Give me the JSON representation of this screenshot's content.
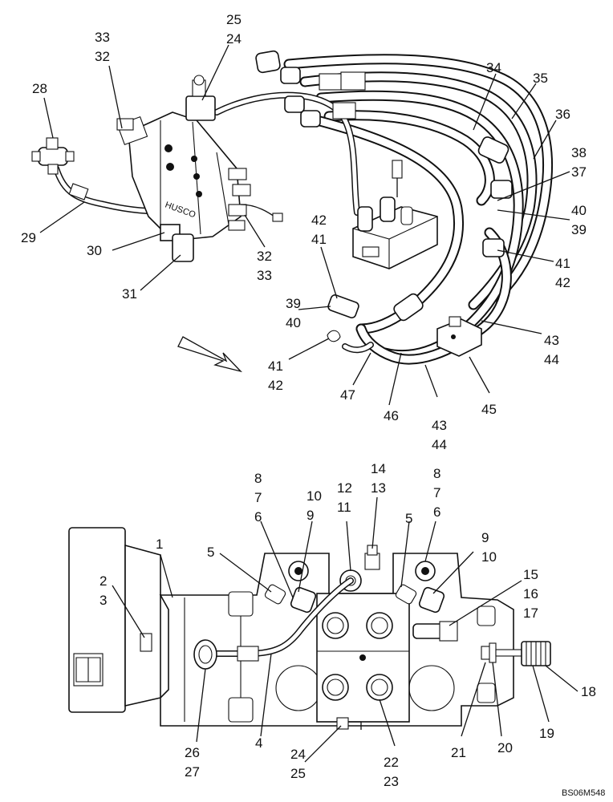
{
  "diagram": {
    "drawing_code": "BS06M548",
    "upper_callouts": [
      {
        "id": "c25a",
        "text": "25"
      },
      {
        "id": "c24a",
        "text": "24"
      },
      {
        "id": "c33a",
        "text": "33"
      },
      {
        "id": "c32a",
        "text": "32"
      },
      {
        "id": "c28",
        "text": "28"
      },
      {
        "id": "c29",
        "text": "29"
      },
      {
        "id": "c30",
        "text": "30"
      },
      {
        "id": "c31",
        "text": "31"
      },
      {
        "id": "c32b",
        "text": "32"
      },
      {
        "id": "c33b",
        "text": "33"
      },
      {
        "id": "c34",
        "text": "34"
      },
      {
        "id": "c35",
        "text": "35"
      },
      {
        "id": "c36",
        "text": "36"
      },
      {
        "id": "c38",
        "text": "38"
      },
      {
        "id": "c37",
        "text": "37"
      },
      {
        "id": "c40a",
        "text": "40"
      },
      {
        "id": "c39a",
        "text": "39"
      },
      {
        "id": "c41a",
        "text": "41"
      },
      {
        "id": "c42a",
        "text": "42"
      },
      {
        "id": "c42b",
        "text": "42"
      },
      {
        "id": "c41b",
        "text": "41"
      },
      {
        "id": "c39b",
        "text": "39"
      },
      {
        "id": "c40b",
        "text": "40"
      },
      {
        "id": "c41c",
        "text": "41"
      },
      {
        "id": "c42c",
        "text": "42"
      },
      {
        "id": "c43a",
        "text": "43"
      },
      {
        "id": "c44a",
        "text": "44"
      },
      {
        "id": "c47",
        "text": "47"
      },
      {
        "id": "c46",
        "text": "46"
      },
      {
        "id": "c43b",
        "text": "43"
      },
      {
        "id": "c44b",
        "text": "44"
      },
      {
        "id": "c45",
        "text": "45"
      }
    ],
    "lower_callouts": [
      {
        "id": "c14",
        "text": "14"
      },
      {
        "id": "c13",
        "text": "13"
      },
      {
        "id": "c12",
        "text": "12"
      },
      {
        "id": "c11",
        "text": "11"
      },
      {
        "id": "c8a",
        "text": "8"
      },
      {
        "id": "c7a",
        "text": "7"
      },
      {
        "id": "c6a",
        "text": "6"
      },
      {
        "id": "c10a",
        "text": "10"
      },
      {
        "id": "c9a",
        "text": "9"
      },
      {
        "id": "c8b",
        "text": "8"
      },
      {
        "id": "c7b",
        "text": "7"
      },
      {
        "id": "c6b",
        "text": "6"
      },
      {
        "id": "c5a",
        "text": "5"
      },
      {
        "id": "c5b",
        "text": "5"
      },
      {
        "id": "c9b",
        "text": "9"
      },
      {
        "id": "c10b",
        "text": "10"
      },
      {
        "id": "c1",
        "text": "1"
      },
      {
        "id": "c2",
        "text": "2"
      },
      {
        "id": "c3",
        "text": "3"
      },
      {
        "id": "c15",
        "text": "15"
      },
      {
        "id": "c16",
        "text": "16"
      },
      {
        "id": "c17",
        "text": "17"
      },
      {
        "id": "c18",
        "text": "18"
      },
      {
        "id": "c19",
        "text": "19"
      },
      {
        "id": "c20",
        "text": "20"
      },
      {
        "id": "c21",
        "text": "21"
      },
      {
        "id": "c22",
        "text": "22"
      },
      {
        "id": "c23",
        "text": "23"
      },
      {
        "id": "c24b",
        "text": "24"
      },
      {
        "id": "c25b",
        "text": "25"
      },
      {
        "id": "c26",
        "text": "26"
      },
      {
        "id": "c27",
        "text": "27"
      },
      {
        "id": "c4",
        "text": "4"
      }
    ]
  }
}
